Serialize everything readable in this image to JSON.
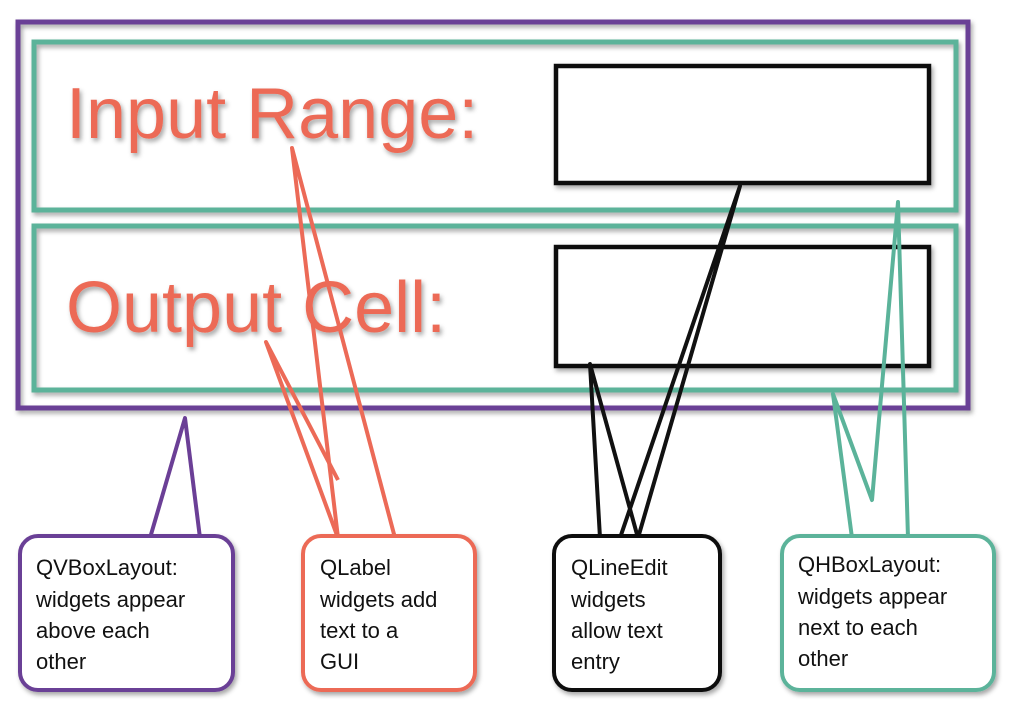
{
  "colors": {
    "vbox": "#6b3f96",
    "hbox": "#5bb39a",
    "label": "#ec6a57",
    "lineedit": "#111111"
  },
  "form": {
    "input_range_label": "Input Range:",
    "output_cell_label": "Output Cell:"
  },
  "callouts": {
    "vbox": {
      "lines": [
        "QVBoxLayout:",
        "widgets appear",
        "above each",
        "other"
      ]
    },
    "qlabel": {
      "lines": [
        "QLabel",
        "widgets add",
        "text to a",
        "GUI"
      ]
    },
    "qlineedit": {
      "lines": [
        "QLineEdit",
        "widgets",
        "allow text",
        "entry"
      ]
    },
    "hbox": {
      "lines": [
        "QHBoxLayout:",
        "widgets appear",
        "next to each",
        "other"
      ]
    }
  }
}
